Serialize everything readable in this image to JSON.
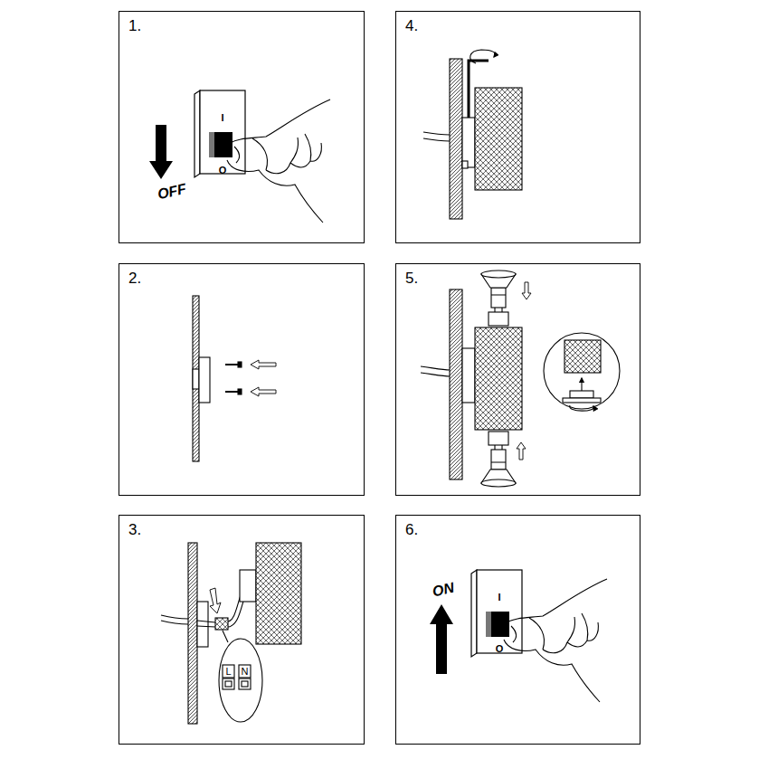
{
  "diagram": {
    "nodes": [
      {
        "text": [
          "1."
        ]
      },
      {
        "text": [
          "2."
        ]
      },
      {
        "text": [
          "3."
        ]
      },
      {
        "text": [
          "4."
        ]
      },
      {
        "text": [
          "5."
        ]
      },
      {
        "text": [
          "6."
        ]
      }
    ],
    "labels": [
      "I",
      "O",
      "OFF",
      "L",
      "N",
      "I",
      "O",
      "ON"
    ]
  }
}
